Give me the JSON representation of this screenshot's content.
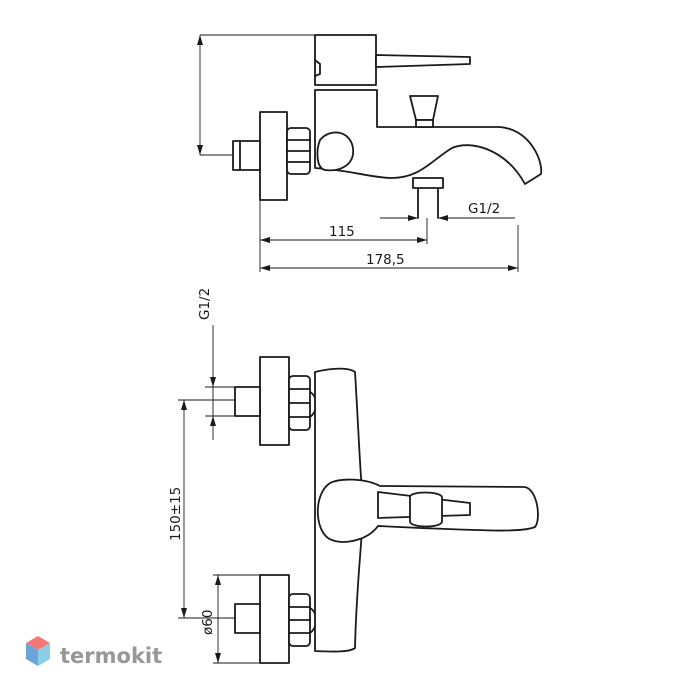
{
  "dimensions": {
    "side_view": {
      "outlet_width": "115",
      "overall_depth": "178,5",
      "thread": "G1/2"
    },
    "front_view": {
      "thread": "G1/2",
      "center_distance": "150±15",
      "flange_diameter": "ø60"
    }
  },
  "watermark": {
    "brand": "termokit",
    "logo_colors": [
      "#f26b6b",
      "#5b9bd5",
      "#7ec8e3"
    ]
  }
}
